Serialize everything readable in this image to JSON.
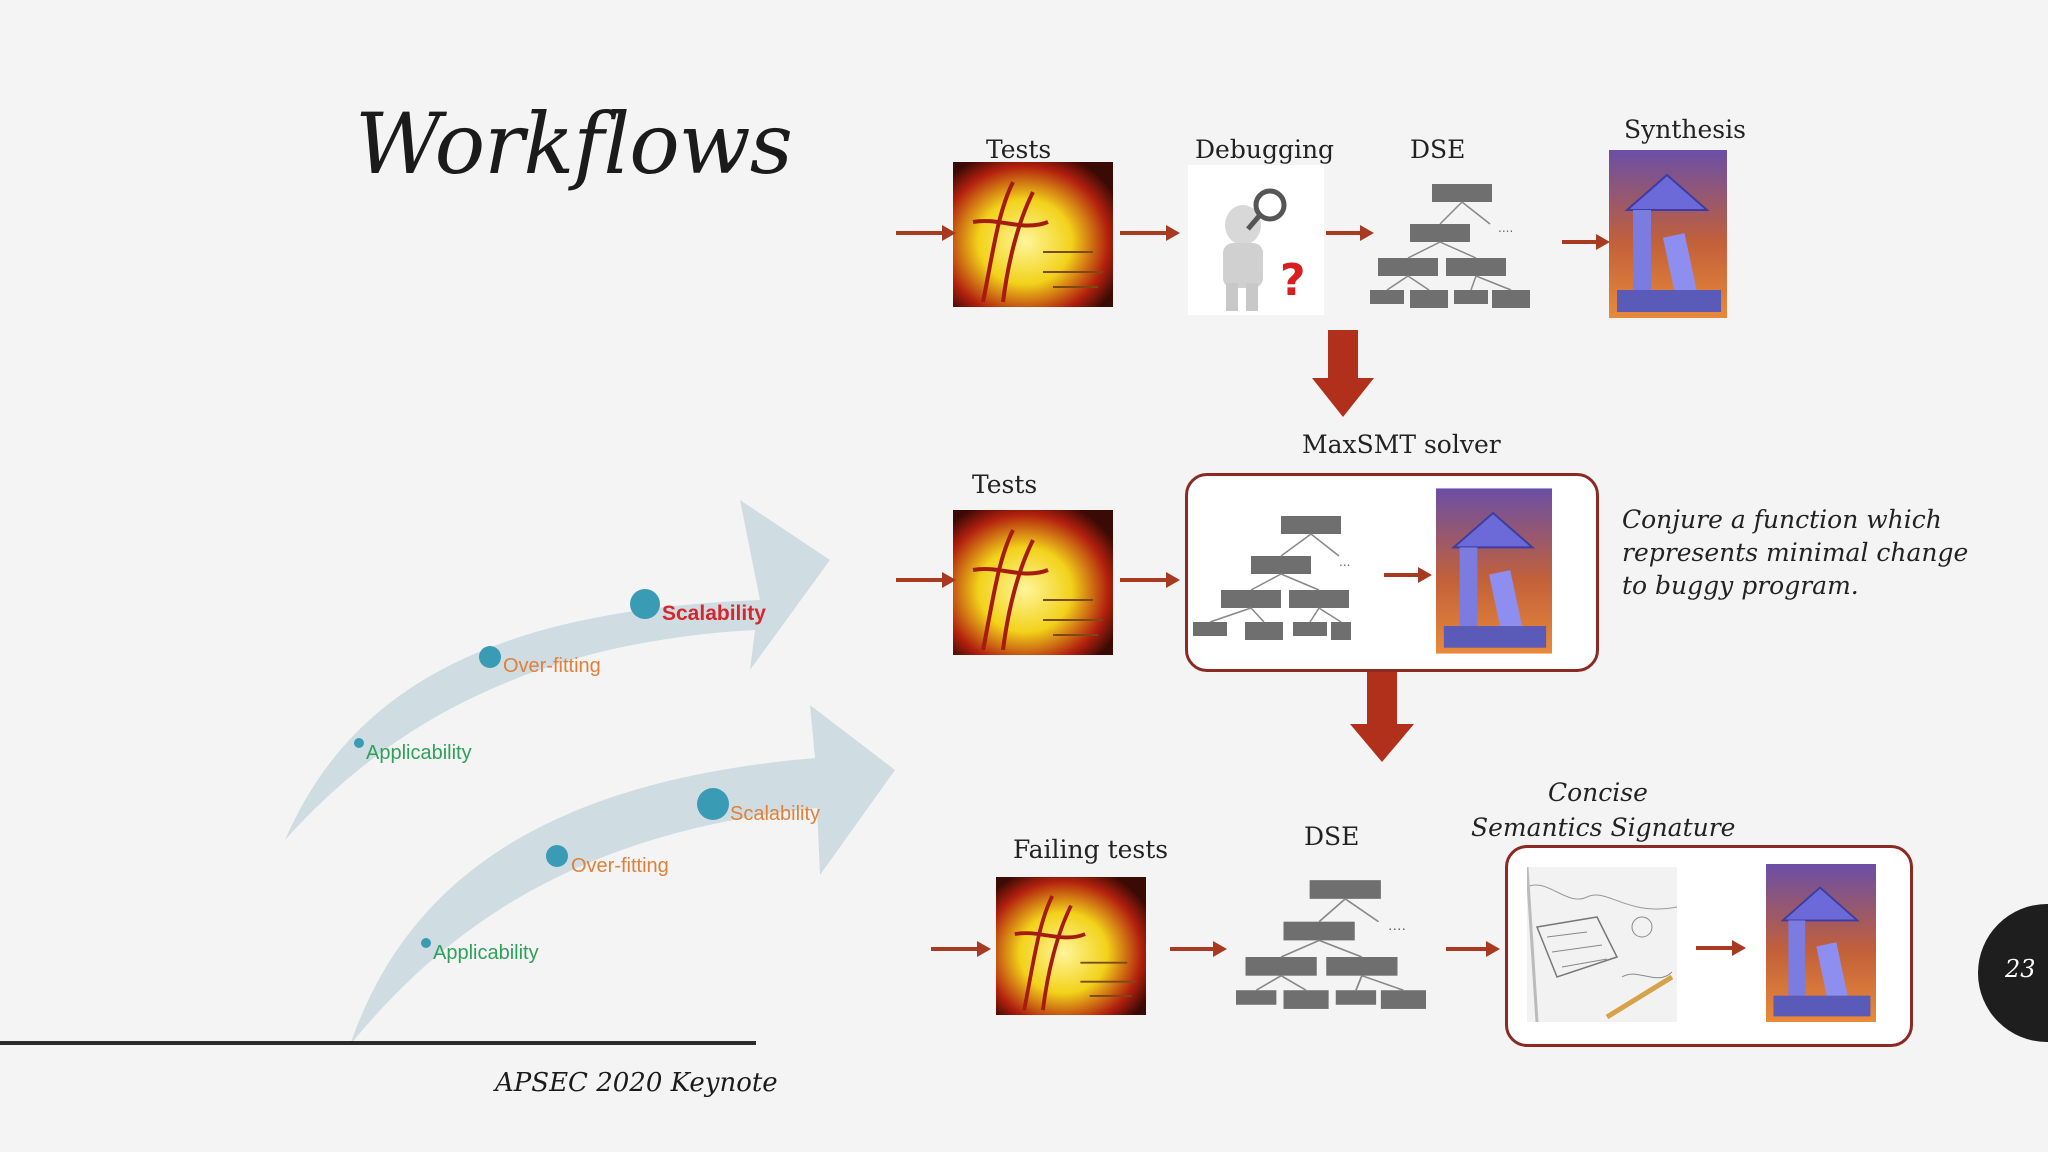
{
  "slide": {
    "title": "Workflows",
    "footer": "APSEC 2020 Keynote",
    "page_number": "23"
  },
  "row1": {
    "tests_label": "Tests",
    "debugging_label": "Debugging",
    "dse_label": "DSE",
    "synthesis_label": "Synthesis"
  },
  "row2": {
    "solver_label": "MaxSMT solver",
    "tests_label": "Tests",
    "note": [
      "Conjure a function which",
      "represents minimal change",
      "to buggy program."
    ]
  },
  "row3": {
    "failing_tests_label": "Failing tests",
    "dse_label": "DSE",
    "signature_label": [
      "Concise",
      "Semantics Signature"
    ]
  },
  "arrows": {
    "upper": {
      "applicability": "Applicability",
      "overfitting": "Over-fitting",
      "scalability": "Scalability"
    },
    "lower": {
      "applicability": "Applicability",
      "overfitting": "Over-fitting",
      "scalability": "Scalability"
    }
  },
  "colors": {
    "red_arrow": "#a83a22",
    "frame": "#8a2a22",
    "sweep": "#cfdde3",
    "dot": "#3a9bb4",
    "applicability": "#2ea05a",
    "overfitting": "#e0803a",
    "scalability_upper": "#d6262e",
    "scalability_lower": "#e0803a"
  }
}
